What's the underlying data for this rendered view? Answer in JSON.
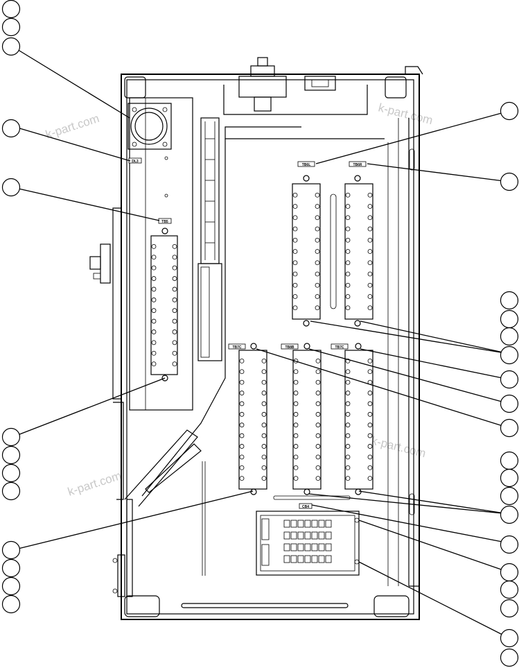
{
  "watermark": "k-part.com",
  "tags": {
    "tb_left": "TB5",
    "tb_upper_left": "TB6L",
    "tb_upper_right": "TB6R",
    "tb_lower_1": "TB7C",
    "tb_lower_2": "TB8B",
    "tb_lower_3": "TB7C",
    "relay": "DL3",
    "pcb": "CB4"
  },
  "colors": {
    "line": "#000000",
    "watermark": "#c8c8c8",
    "background": "#ffffff"
  }
}
